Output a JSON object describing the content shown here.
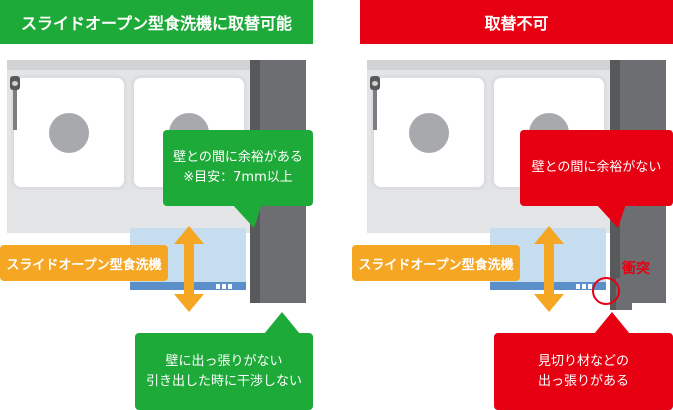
{
  "left_panel": {
    "header": "スライドオープン型食洗機に取替可能",
    "header_color": "#1eaa39",
    "dishwasher_label": "スライドオープン型食洗機",
    "top_bubble": [
      "壁との間に余裕がある",
      "※目安：7mm以上"
    ],
    "bottom_bubble": [
      "壁に出っ張りがない",
      "引き出した時に干渉しない"
    ]
  },
  "right_panel": {
    "header": "取替不可",
    "header_color": "#e60012",
    "dishwasher_label": "スライドオープン型食洗機",
    "top_bubble": [
      "壁との間に余裕がない"
    ],
    "collision_label": "衝突",
    "bottom_bubble": [
      "見切り材などの",
      "出っ張りがある"
    ]
  },
  "colors": {
    "ok": "#1eaa39",
    "ng": "#e60012",
    "tag": "#f5a623",
    "wall": "#6d6e71",
    "drawer": "#c6ddf0",
    "drawer_rail": "#5b8fc9"
  }
}
